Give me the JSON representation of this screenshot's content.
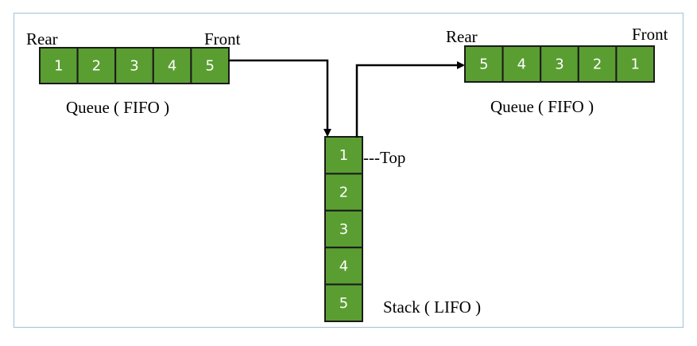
{
  "colors": {
    "cell_fill": "#5a9e32",
    "cell_border": "#1a1a1a",
    "arrow": "#000000",
    "frame": "#9dc3d4"
  },
  "left_queue": {
    "rear_label": "Rear",
    "front_label": "Front",
    "cells": [
      "1",
      "2",
      "3",
      "4",
      "5"
    ],
    "caption": "Queue ( FIFO )"
  },
  "stack": {
    "cells": [
      "1",
      "2",
      "3",
      "4",
      "5"
    ],
    "top_label": "---Top",
    "caption": "Stack ( LIFO )"
  },
  "right_queue": {
    "rear_label": "Rear",
    "front_label": "Front",
    "cells": [
      "5",
      "4",
      "3",
      "2",
      "1"
    ],
    "caption": "Queue ( FIFO )"
  }
}
